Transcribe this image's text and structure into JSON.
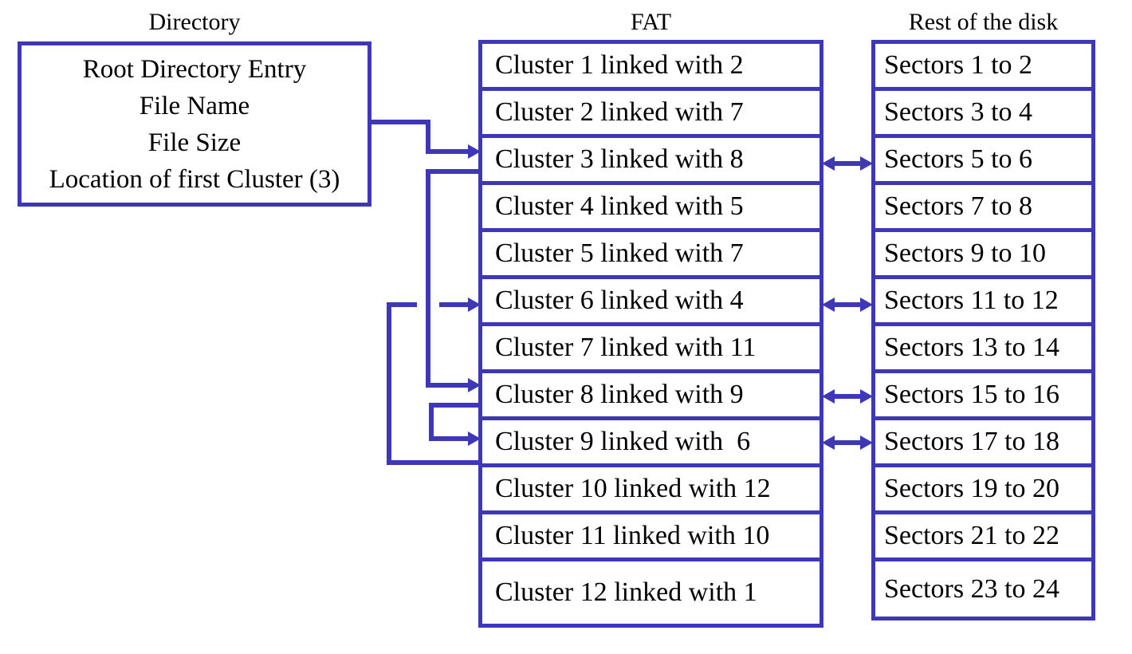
{
  "colors": {
    "line": "#3e38b8",
    "text": "#000000",
    "background": "#ffffff"
  },
  "directory": {
    "title": "Directory",
    "lines": [
      "Root Directory Entry",
      "File Name",
      "File Size",
      "Location of first Cluster (3)"
    ]
  },
  "fat": {
    "title": "FAT",
    "rows": [
      "Cluster 1 linked with 2",
      "Cluster 2 linked with 7",
      "Cluster 3 linked with 8",
      "Cluster 4 linked with 5",
      "Cluster 5 linked with 7",
      "Cluster 6 linked with 4",
      "Cluster 7 linked with 11",
      "Cluster 8 linked with 9",
      "Cluster 9 linked with  6",
      "Cluster 10 linked with 12",
      "Cluster 11 linked with 10",
      "Cluster 12 linked with 1"
    ]
  },
  "disk": {
    "title": "Rest of the disk",
    "rows": [
      "Sectors 1 to 2",
      "Sectors 3 to 4",
      "Sectors 5 to 6",
      "Sectors 7 to 8",
      "Sectors 9 to 10",
      "Sectors 11 to 12",
      "Sectors 13 to 14",
      "Sectors 15 to 16",
      "Sectors 17 to 18",
      "Sectors 19 to 20",
      "Sectors 21 to 22",
      "Sectors 23 to 24"
    ]
  },
  "links": {
    "cluster_chain": [
      {
        "from": "Directory (first cluster)",
        "to": "Cluster 3"
      },
      {
        "from": "Cluster 3",
        "to": "Cluster 8"
      },
      {
        "from": "Cluster 8",
        "to": "Cluster 9"
      },
      {
        "from": "Cluster 9",
        "to": "Cluster 6"
      }
    ],
    "fat_disk_mappings": [
      {
        "cluster": "Cluster 3",
        "sectors": "Sectors 5 to 6"
      },
      {
        "cluster": "Cluster 6",
        "sectors": "Sectors 11 to 12"
      },
      {
        "cluster": "Cluster 8",
        "sectors": "Sectors 15 to 16"
      },
      {
        "cluster": "Cluster 9",
        "sectors": "Sectors 17 to 18"
      }
    ]
  }
}
